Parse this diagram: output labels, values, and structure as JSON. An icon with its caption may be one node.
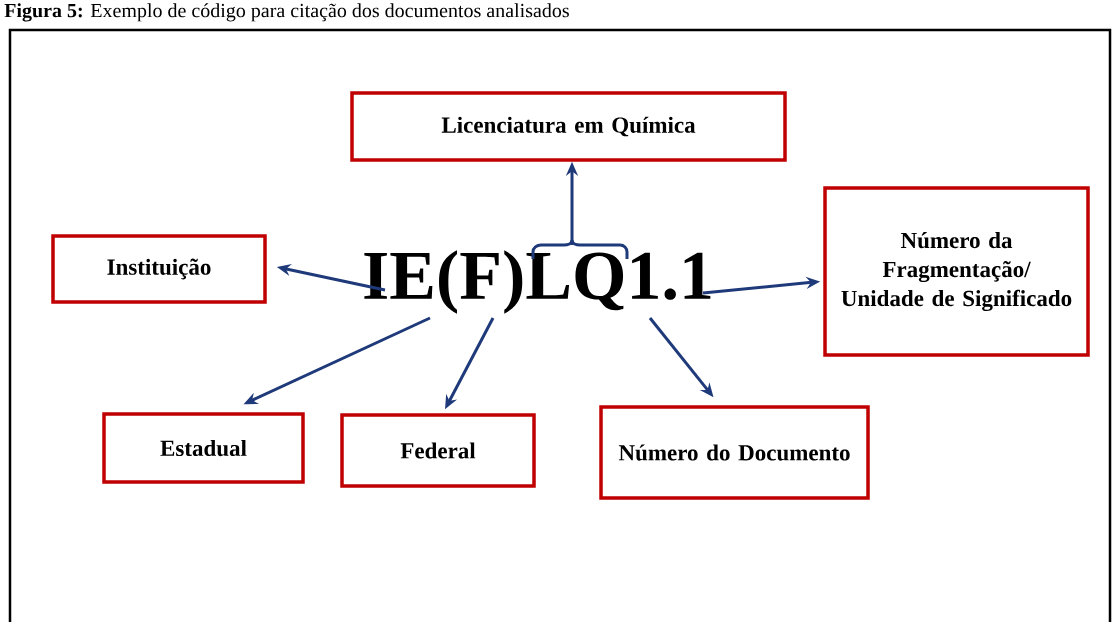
{
  "diagram": {
    "title": "**Figura 5:** Exemplo de código para citação dos documentos analisados",
    "nodes": [
      {
        "text": [
          "IE(F)LQ1.1"
        ]
      },
      {
        "text": [
          "Licenciatura em Química"
        ]
      },
      {
        "text": [
          "Instituição"
        ]
      },
      {
        "text": [
          "Número da Fragmentação/ Unidade de Significado"
        ]
      },
      {
        "text": [
          "Estadual"
        ]
      },
      {
        "text": [
          "Federal"
        ]
      },
      {
        "text": [
          "Número do Documento"
        ]
      }
    ],
    "edges": [
      {
        "from": 0,
        "to": 1,
        "arrow": "to"
      },
      {
        "from": 0,
        "to": 2,
        "arrow": "to"
      },
      {
        "from": 0,
        "to": 3,
        "arrow": "to"
      },
      {
        "from": 0,
        "to": 4,
        "arrow": "to"
      },
      {
        "from": 0,
        "to": 5,
        "arrow": "to"
      },
      {
        "from": 0,
        "to": 6,
        "arrow": "to"
      }
    ]
  }
}
